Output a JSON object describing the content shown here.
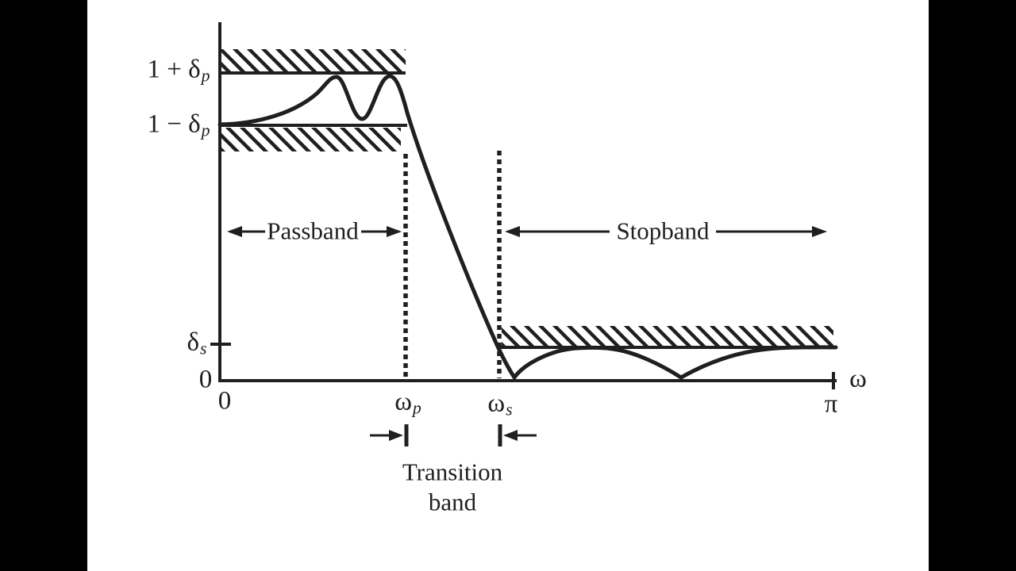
{
  "colors": {
    "background": "#000000",
    "canvas": "#ffffff",
    "ink": "#1f1f1f"
  },
  "axis_labels": {
    "one_plus_delta_p": {
      "base": "1 + δ",
      "sub": "p"
    },
    "one_minus_delta_p": {
      "base": "1 − δ",
      "sub": "p"
    },
    "delta_s": {
      "base": "δ",
      "sub": "s"
    },
    "y_origin": "0",
    "x_origin": "0",
    "omega_p": {
      "base": "ω",
      "sub": "p"
    },
    "omega_s": {
      "base": "ω",
      "sub": "s"
    },
    "pi": "π",
    "omega_axis": "ω"
  },
  "region_labels": {
    "passband": "Passband",
    "stopband": "Stopband",
    "transition_line1": "Transition",
    "transition_line2": "band"
  },
  "diagram": {
    "type": "filter-magnitude-specification",
    "x_markers": [
      "0",
      "ωp",
      "ωs",
      "π"
    ],
    "y_markers": [
      "0",
      "δs",
      "1 − δp",
      "1 + δp"
    ],
    "bands": [
      "Passband",
      "Transition band",
      "Stopband"
    ],
    "hatched_limits": [
      "above 1 + δp in passband",
      "below 1 − δp in passband",
      "above δs in stopband"
    ]
  }
}
